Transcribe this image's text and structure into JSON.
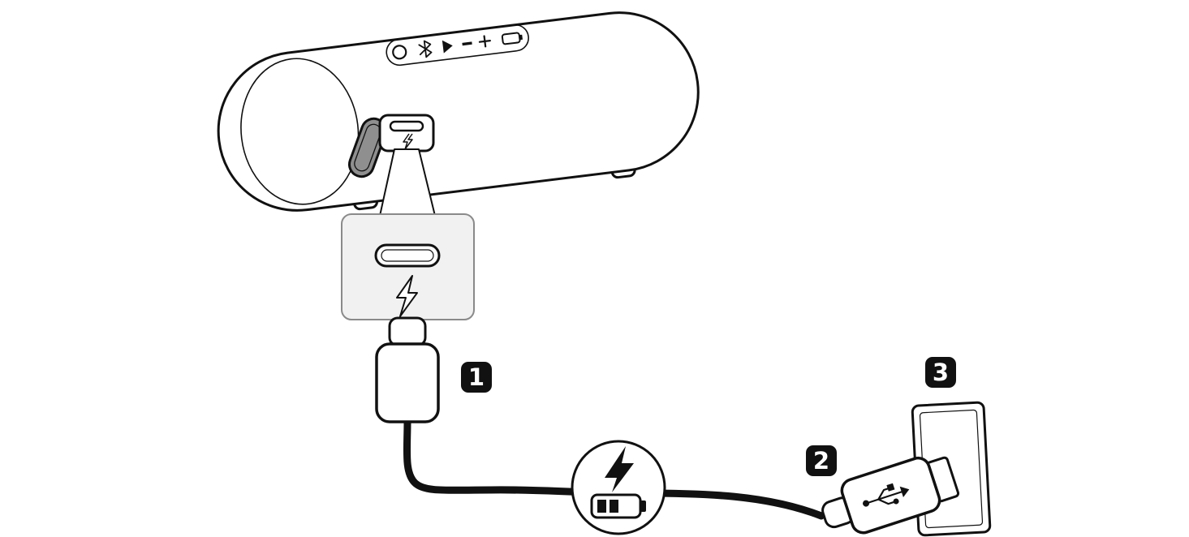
{
  "figure": {
    "type": "charging-instruction-diagram",
    "background": "#ffffff",
    "line_color": "#111111",
    "callout_fill": "#f1f1f1",
    "callout_border": "#8a8a8a",
    "flap_fill": "#8f8f8f",
    "badge_bg": "#111111",
    "badge_fg": "#ffffff"
  },
  "steps": [
    {
      "number": "1",
      "part": "usb-c-connector"
    },
    {
      "number": "2",
      "part": "usb-a-plug"
    },
    {
      "number": "3",
      "part": "wall-outlet"
    }
  ],
  "icons": {
    "port": "usb-c-port",
    "port_bolt": "lightning-bolt",
    "callout_bolt": "lightning-bolt",
    "charge_bolt": "lightning-bolt",
    "battery": "battery-charging",
    "usb_marking": "usb-trident"
  }
}
